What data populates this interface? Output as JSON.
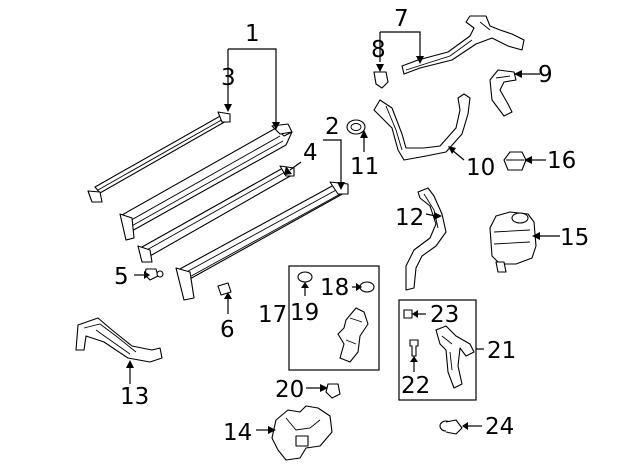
{
  "diagram": {
    "callouts": {
      "c1": "1",
      "c2": "2",
      "c3": "3",
      "c4": "4",
      "c5": "5",
      "c6": "6",
      "c7": "7",
      "c8": "8",
      "c9": "9",
      "c10": "10",
      "c11": "11",
      "c12": "12",
      "c13": "13",
      "c14": "14",
      "c15": "15",
      "c16": "16",
      "c17": "17",
      "c18": "18",
      "c19": "19",
      "c20": "20",
      "c21": "21",
      "c22": "22",
      "c23": "23",
      "c24": "24"
    }
  },
  "colors": {
    "line": "#000000",
    "background": "#ffffff"
  }
}
